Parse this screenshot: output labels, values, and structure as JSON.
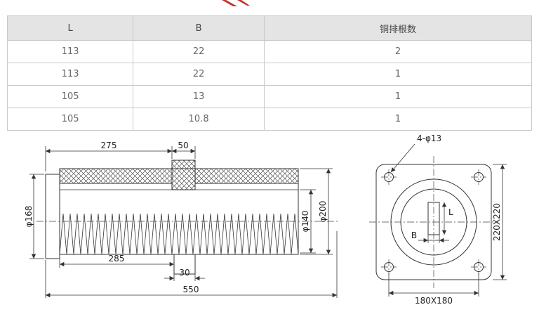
{
  "colors": {
    "accent_red": "#c23531",
    "line": "#333333",
    "table_header_bg": "#e4e4e4",
    "table_border": "#c9c9c9"
  },
  "table": {
    "headers": [
      "L",
      "B",
      "铜排根数"
    ],
    "rows": [
      [
        "113",
        "22",
        "2"
      ],
      [
        "113",
        "22",
        "1"
      ],
      [
        "105",
        "13",
        "1"
      ],
      [
        "105",
        "10.8",
        "1"
      ]
    ]
  },
  "side_view": {
    "dim_length_275": "275",
    "dim_flange_50": "50",
    "dim_dia_168": "φ168",
    "dim_dia_140": "φ140",
    "dim_dia_200": "φ200",
    "dim_body_285": "285",
    "dim_block_30": "30",
    "dim_total_550": "550"
  },
  "front_view": {
    "dim_holes": "4-φ13",
    "dim_outer_square": "220X220",
    "dim_bolt_spacing": "180X180",
    "slot_length_label": "L",
    "slot_width_label": "B"
  }
}
